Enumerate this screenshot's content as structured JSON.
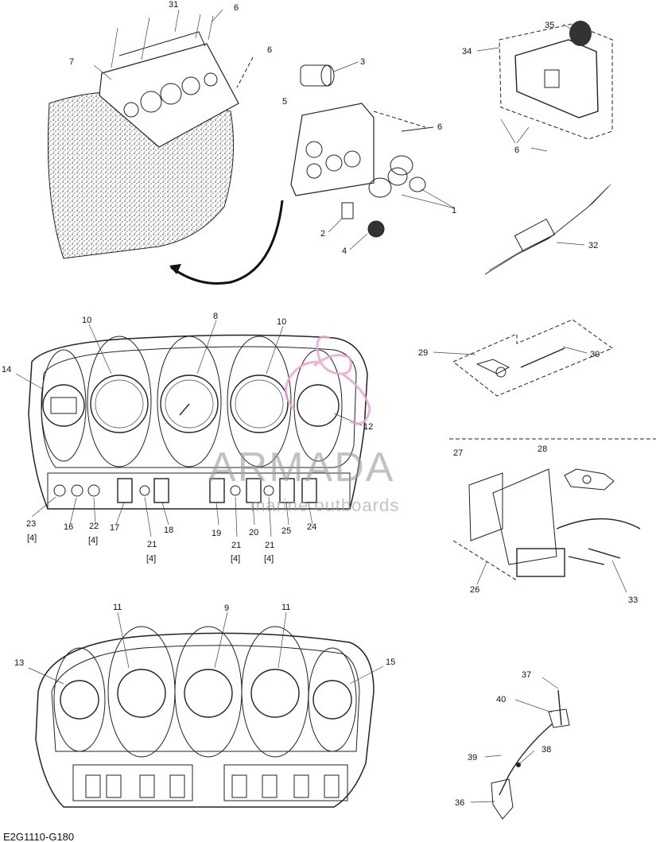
{
  "diagram_code": "E2G1110-G180",
  "watermark": {
    "title": "ARMADA",
    "subtitle": "marine outboards"
  },
  "part_labels": {
    "p1": "1",
    "p2": "2",
    "p3": "3",
    "p4": "4",
    "p5": "5",
    "p6a": "6",
    "p6b": "6",
    "p6c": "6",
    "p6d": "6",
    "p7": "7",
    "p8": "8",
    "p9": "9",
    "p10a": "10",
    "p10b": "10",
    "p11a": "11",
    "p11b": "11",
    "p12": "12",
    "p13": "13",
    "p14": "14",
    "p15": "15",
    "p16": "16",
    "p17": "17",
    "p18": "18",
    "p19": "19",
    "p20": "20",
    "p21a": "21",
    "p21b": "21",
    "p21c": "21",
    "p22": "22",
    "p23": "23",
    "p24": "24",
    "p25": "25",
    "p26": "26",
    "p27": "27",
    "p28": "28",
    "p29": "29",
    "p30": "30",
    "p31": "31",
    "p32": "32",
    "p33": "33",
    "p34": "34",
    "p35": "35",
    "p36": "36",
    "p37": "37",
    "p38": "38",
    "p39": "39",
    "p40": "40"
  },
  "qty_labels": {
    "q23": "[4]",
    "q22": "[4]",
    "q21a": "[4]",
    "q21b": "[4]",
    "q21c": "[4]"
  }
}
